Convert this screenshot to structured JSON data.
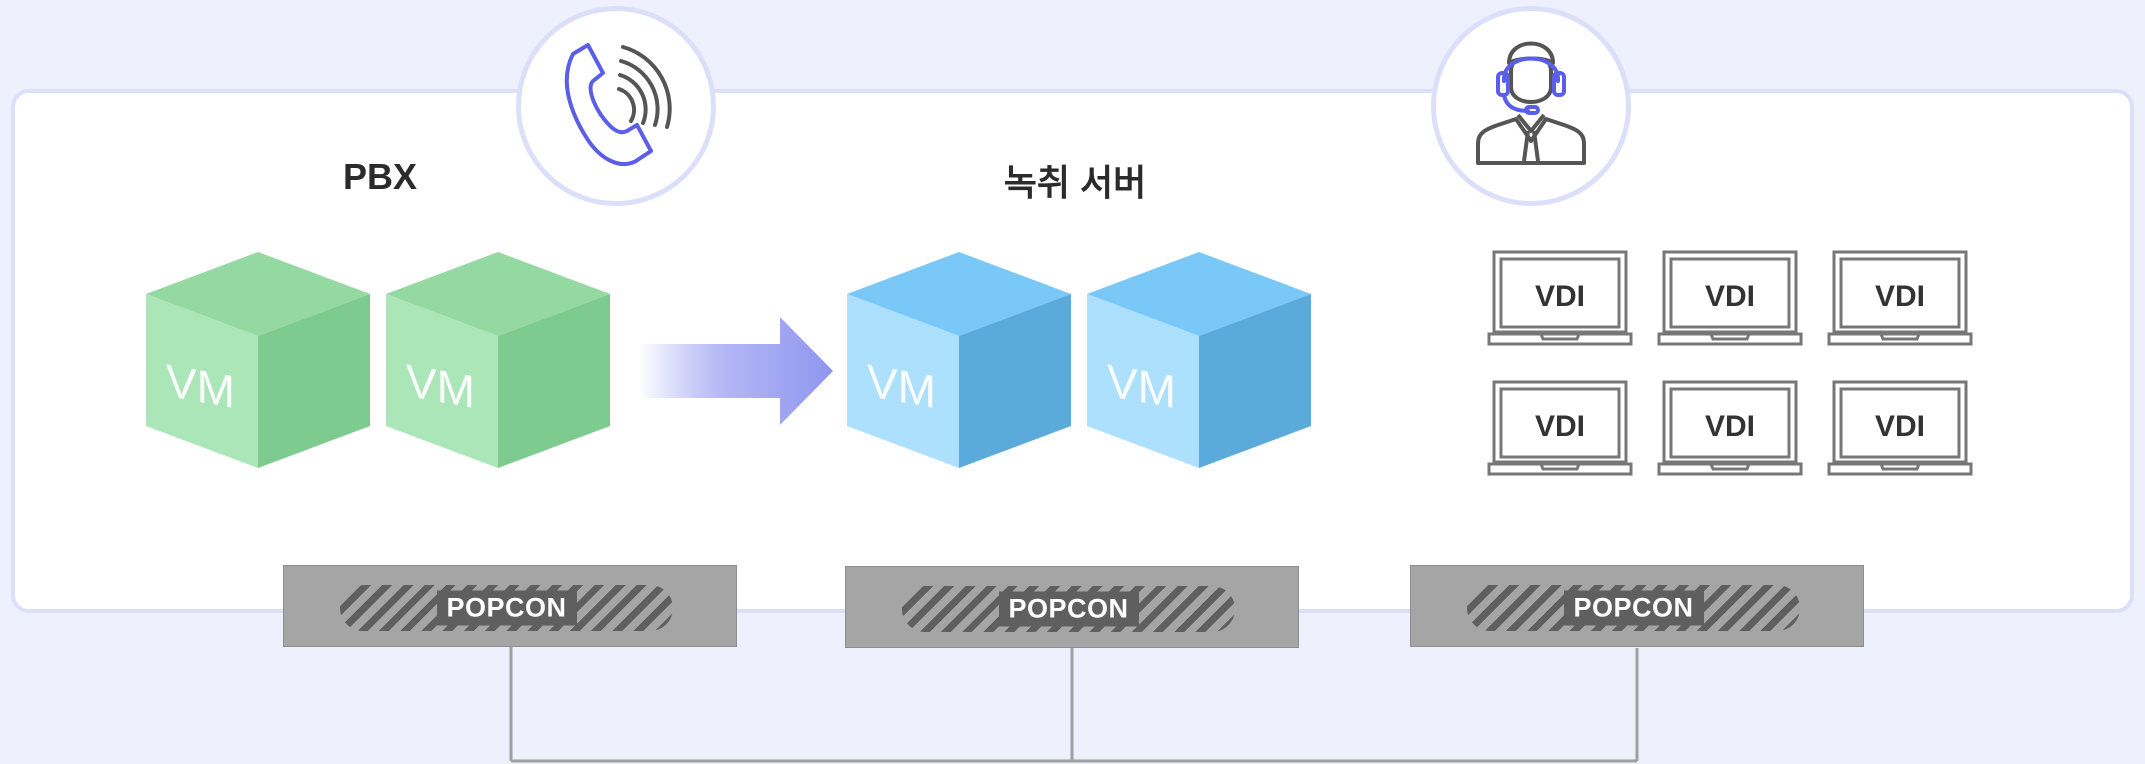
{
  "diagram": {
    "groups": [
      {
        "title": "PBX",
        "vm_labels": [
          "VM",
          "VM"
        ]
      },
      {
        "title": "녹취 서버",
        "vm_labels": [
          "VM",
          "VM"
        ]
      }
    ],
    "vdi_label": "VDI",
    "popcon_label": "POPCON",
    "icons": [
      "phone-icon",
      "agent-headset-icon"
    ],
    "colors": {
      "background": "#eef0fd",
      "green_cube": "#7ecb8f",
      "blue_cube": "#5aabdc",
      "arrow": "#8f95ee",
      "popcon": "#a5a5a5"
    }
  }
}
